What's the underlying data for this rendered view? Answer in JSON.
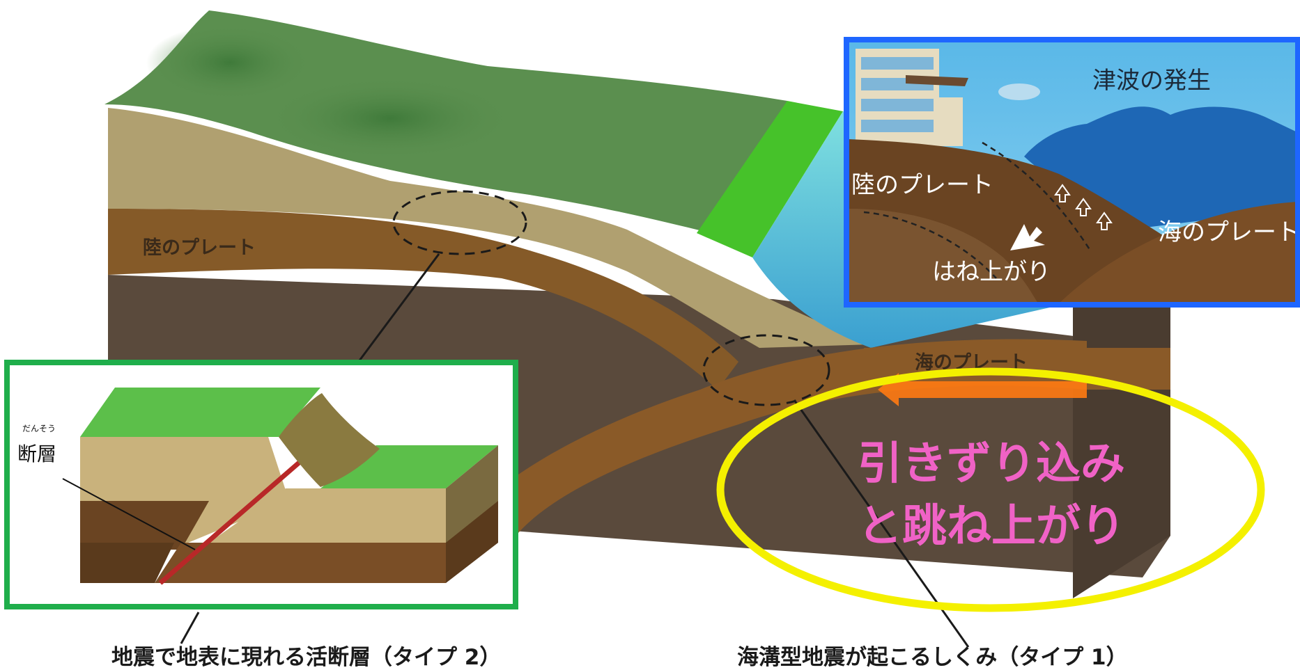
{
  "main_diagram": {
    "land_plate_label": "陸のプレート",
    "ocean_plate_label": "海のプレート"
  },
  "tsunami_inset": {
    "title": "津波の発生",
    "land_plate_label": "陸のプレート",
    "ocean_plate_label": "海のプレート",
    "rebound_label": "はね上がり",
    "border_color": "#1e66ff"
  },
  "fault_inset": {
    "fault_label": "断層",
    "fault_ruby": "だんそう",
    "border_color": "#1fae4b"
  },
  "callout": {
    "line1": "引きずり込み",
    "line2": "と跳ね上がり",
    "text_color": "#f062c6",
    "ellipse_color": "#f4f000"
  },
  "captions": {
    "left": "地震で地表に現れる活断層（タイプ 2）",
    "right": "海溝型地震が起こるしくみ（タイプ 1）"
  }
}
